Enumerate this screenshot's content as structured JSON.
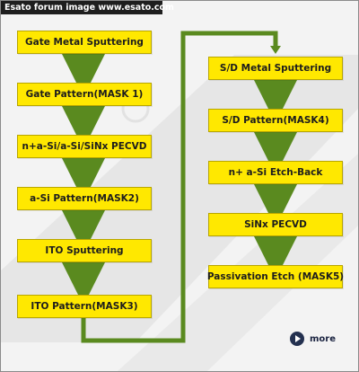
{
  "header": {
    "title": "Esato forum image www.esato.com"
  },
  "flow": {
    "left_steps": [
      "Gate Metal Sputtering",
      "Gate Pattern(MASK 1)",
      "n+a-Si/a-Si/SiNx PECVD",
      "a-Si Pattern(MASK2)",
      "ITO Sputtering",
      "ITO Pattern(MASK3)"
    ],
    "right_steps": [
      "S/D Metal Sputtering",
      "S/D Pattern(MASK4)",
      "n+ a-Si Etch-Back",
      "SiNx PECVD",
      "Passivation Etch (MASK5)"
    ]
  },
  "more": {
    "label": "more",
    "icon": "play-arrow-icon"
  },
  "colors": {
    "box_fill": "#ffe800",
    "arrow": "#5a8a1f",
    "header_bg": "#1e1e1e"
  }
}
